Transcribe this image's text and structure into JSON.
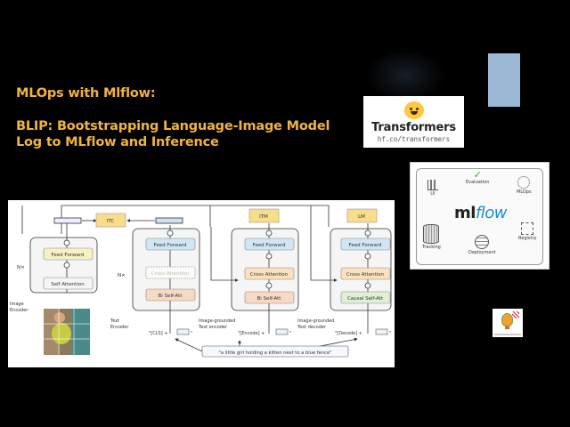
{
  "titles": {
    "line1": "MLOps with Mlflow:",
    "line2": "BLIP: Bootstrapping Language-Image Model",
    "line3": "Log to MLflow and Inference",
    "color": "#f2b33d"
  },
  "huggingface_card": {
    "icon": "hugging-face-emoji-icon",
    "title": "Transformers",
    "url": "hf.co/transformers"
  },
  "mlflow_card": {
    "logo_ml": "ml",
    "logo_flow": "flow",
    "items": [
      {
        "label": "UI",
        "icon": "bar-chart-icon"
      },
      {
        "label": "Evaluation",
        "icon": "checkmark-icon"
      },
      {
        "label": "MLOps",
        "icon": "network-icon"
      },
      {
        "label": "Tracking",
        "icon": "database-icon"
      },
      {
        "label": "Deployment",
        "icon": "globe-icon"
      },
      {
        "label": "Registry",
        "icon": "hierarchy-icon"
      }
    ]
  },
  "blip_diagram": {
    "heads": {
      "itc": "ITC",
      "itm": "ITM",
      "lm": "LM"
    },
    "image_encoder": {
      "repeat": "N×",
      "label": "Image\nEncoder",
      "blocks": [
        "Feed Forward",
        "Self Attention"
      ]
    },
    "text_encoder": {
      "repeat": "N×",
      "label": "Text\nEncoder",
      "blocks": [
        "Feed Forward",
        "Cross Attention",
        "Bi Self-Att"
      ],
      "token": "\"[CLS] + ",
      "token_end": "\""
    },
    "grounded_encoder": {
      "label": "Image-grounded\nText encoder",
      "blocks": [
        "Feed Forward",
        "Cross Attention",
        "Bi Self-Att"
      ],
      "token": "\"[Encode] + ",
      "token_end": "\""
    },
    "grounded_decoder": {
      "label": "Image-grounded\nText decoder",
      "blocks": [
        "Feed Forward",
        "Cross Attention",
        "Causal Self-Att"
      ],
      "token": "\"[Decode] + ",
      "token_end": "\""
    },
    "caption": "\"a little girl holding a kitten next to a blue fence\""
  },
  "colors": {
    "feed_forward_image": "#f5f1c2",
    "feed_forward_text": "#cfe6f5",
    "cross_attention": "#fbe1bf",
    "bi_self_att": "#f8d9c4",
    "causal_self_att": "#dff0d4",
    "head": "#f9dd8a",
    "accent_blue_rect": "#9bb9d5"
  }
}
